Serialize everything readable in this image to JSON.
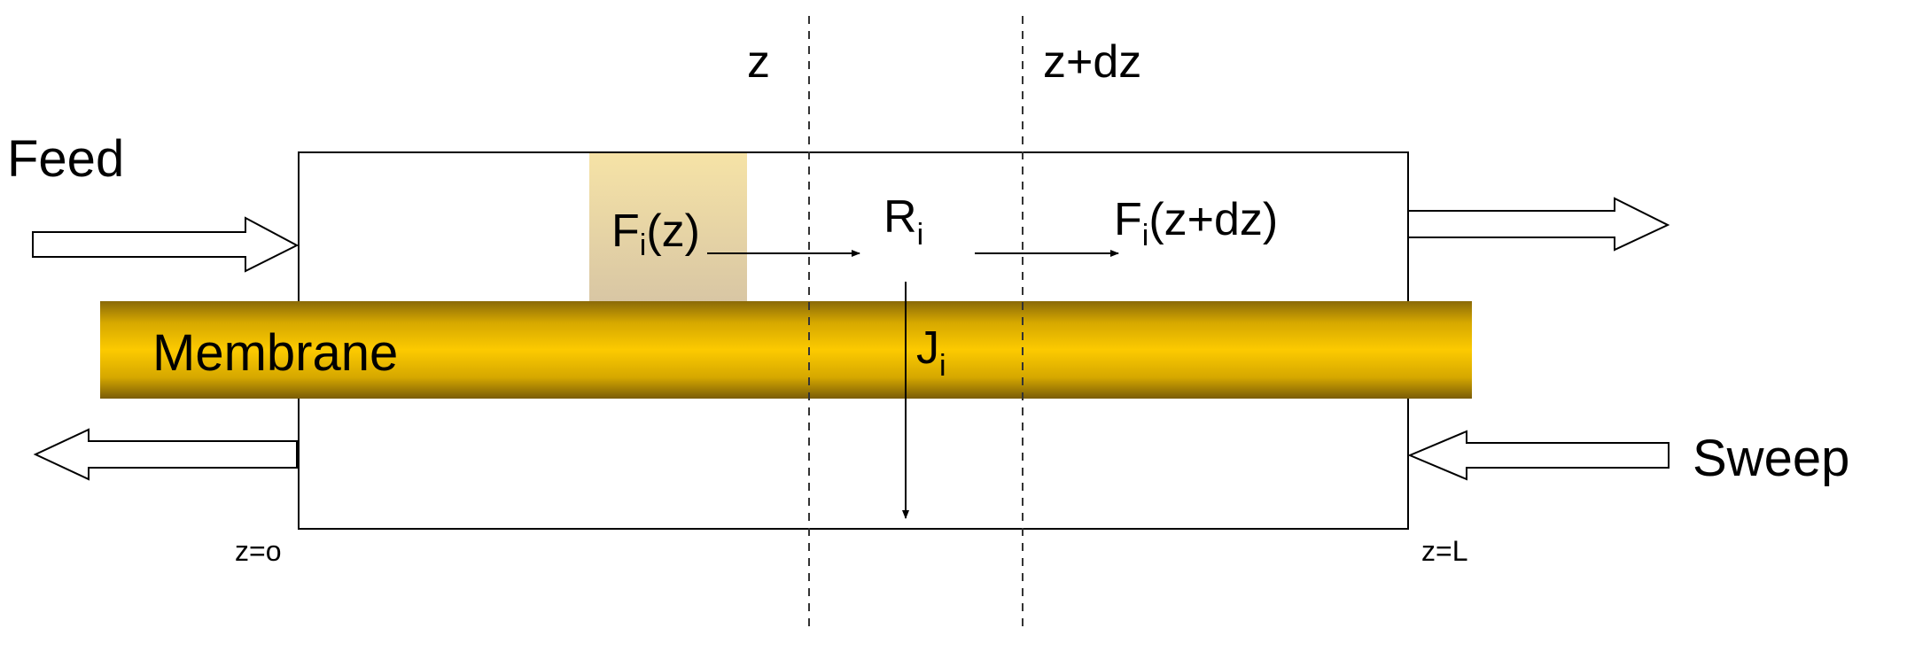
{
  "labels": {
    "feed": "Feed",
    "sweep": "Sweep",
    "membrane": "Membrane",
    "z": "z",
    "z_plus_dz": "z+dz",
    "z0": "z=o",
    "zL": "z=L"
  },
  "symbols": {
    "flow_in_letter": "F",
    "flow_in_sub": "i",
    "flow_in_arg": "(z)",
    "reaction_letter": "R",
    "reaction_sub": "i",
    "flow_out_letter": "F",
    "flow_out_sub": "i",
    "flow_out_arg": "(z+dz)",
    "flux_letter": "J",
    "flux_sub": "i"
  },
  "colors": {
    "membrane_center": "#f8c400",
    "membrane_edge": "#8a6a08",
    "element_highlight": "#f2dc9a",
    "outline": "#000000"
  }
}
